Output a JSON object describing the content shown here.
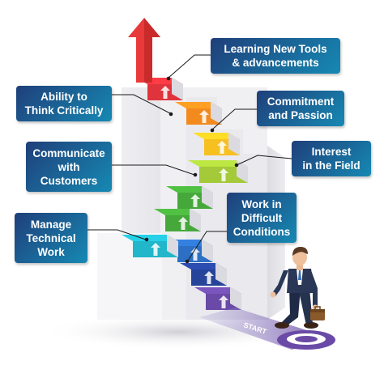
{
  "colors": {
    "box_gradient_from": "#1f3f7a",
    "box_gradient_to": "#1689b3",
    "step_red": "#e0343c",
    "step_orange": "#f28a1e",
    "step_yellow": "#f6c021",
    "step_lime": "#a4c939",
    "step_green": "#46a83b",
    "step_teal": "#21b6c9",
    "step_blue": "#2c6fc4",
    "step_navy": "#26449a",
    "step_purple": "#6a4aa6",
    "arrow_red": "#e83a3a",
    "connector": "#1a1a1a"
  },
  "labels": {
    "learning": "Learning New Tools\n& advancements",
    "ability": "Ability to\nThink Critically",
    "commitment": "Commitment\nand Passion",
    "communicate": "Communicate\nwith\nCustomers",
    "interest": "Interest\nin the Field",
    "work_difficult": "Work in\nDifficult\nConditions",
    "manage": "Manage\nTechnical\nWork",
    "start": "START"
  },
  "icons": {
    "step_arrow": "up-arrow-icon",
    "big_arrow": "big-up-arrow-icon",
    "person": "businessman-figure",
    "briefcase": "briefcase-icon"
  }
}
